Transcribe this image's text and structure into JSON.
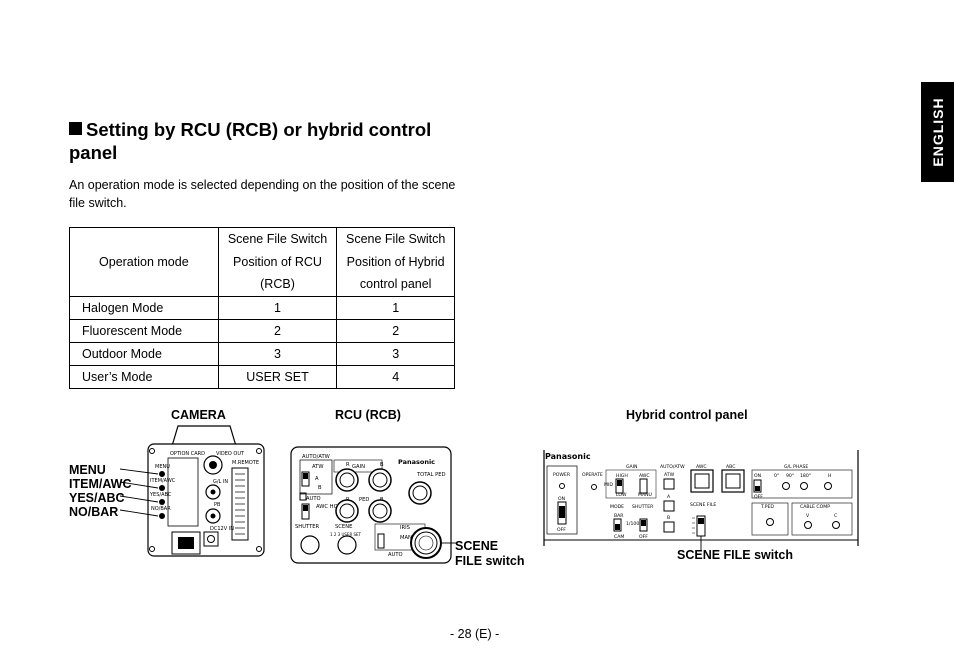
{
  "sidebar_tab": "ENGLISH",
  "section": {
    "title": "Setting by RCU (RCB) or hybrid control panel",
    "intro": "An operation mode is selected depending on the position of the scene file switch."
  },
  "table": {
    "headers": [
      "Operation mode",
      "Scene File Switch Position of RCU (RCB)",
      "Scene File Switch Position of Hybrid control panel"
    ],
    "rows": [
      [
        "Halogen Mode",
        "1",
        "1"
      ],
      [
        "Fluorescent Mode",
        "2",
        "2"
      ],
      [
        "Outdoor Mode",
        "3",
        "3"
      ],
      [
        "User’s Mode",
        "USER SET",
        "4"
      ]
    ]
  },
  "figures": {
    "camera_caption": "CAMERA",
    "rcu_caption": "RCU (RCB)",
    "hybrid_caption": "Hybrid control panel",
    "camera_labels": [
      "MENU",
      "ITEM/AWC",
      "YES/ABC",
      "NO/BAR"
    ],
    "rcu_scene_label_1": "SCENE",
    "rcu_scene_label_2": "FILE switch",
    "hybrid_scene_label": "SCENE FILE switch",
    "camera_panel": {
      "option_card": "OPTION CARD",
      "video_out": "VIDEO OUT",
      "m_remote": "M.REMOTE",
      "g_lin": "G/L IN",
      "pb": "PB",
      "dc12v": "DC12V IN",
      "menu": "MENU",
      "item_awc": "ITEM/AWC",
      "yes_abc": "YES/ABC",
      "no_bar": "NO/BAR"
    },
    "rcu_panel": {
      "brand": "Panasonic",
      "auto_atw": "AUTO/ATW",
      "atw": "ATW",
      "auto": "AUTO",
      "awc_hold_abc": "AWC HOLD ABC",
      "gain": "GAIN",
      "ped": "PED",
      "total_ped": "TOTAL PED",
      "shutter": "SHUTTER",
      "scene": "SCENE",
      "iris": "IRIS",
      "man": "MAN",
      "r": "R",
      "b": "B",
      "a": "A",
      "scene_positions": "1 2 3 USER SET"
    },
    "hybrid_panel": {
      "brand": "Panasonic",
      "power": "POWER",
      "on": "ON",
      "off": "OFF",
      "operate": "OPERATE",
      "gain": "GAIN",
      "high": "HIGH",
      "mid": "MID",
      "low": "LOW",
      "awc": "AWC",
      "manu": "MANU",
      "auto_atw": "AUTO/ATW",
      "atw": "ATW",
      "awc_btn": "AWC",
      "abc_btn": "ABC",
      "mode": "MODE",
      "shutter": "SHUTTER",
      "bar": "BAR",
      "cam": "CAM",
      "step": "1/100",
      "off2": "OFF",
      "a": "A",
      "b": "B",
      "scene_file": "SCENE FILE",
      "gl_phase": "G/L PHASE",
      "deg0": "0°",
      "deg90": "90°",
      "deg180": "180°",
      "h": "H",
      "t_ped": "T.PED",
      "cable_comp": "CABLE COMP",
      "v": "V",
      "c": "C"
    }
  },
  "page_number": "- 28 (E) -"
}
